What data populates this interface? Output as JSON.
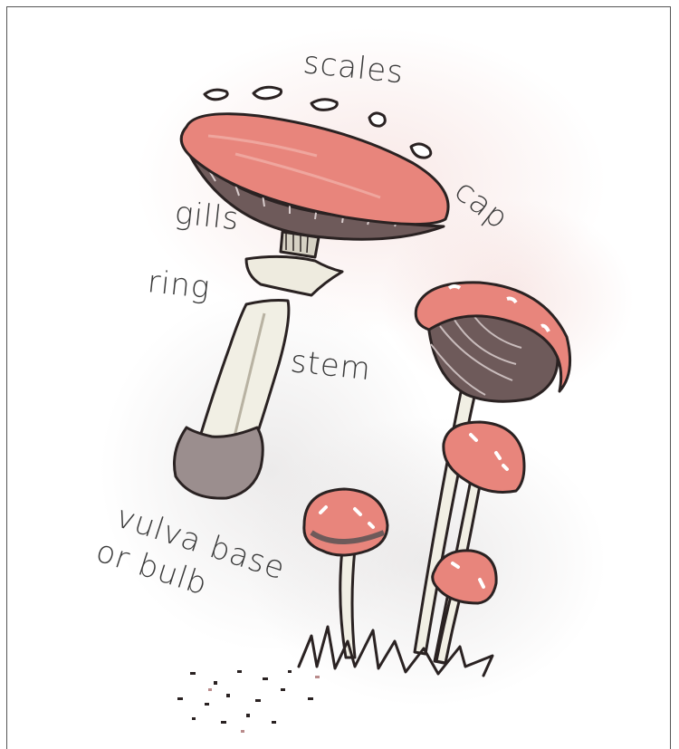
{
  "labels": {
    "scales": "scales",
    "cap": "cap",
    "gills": "gills",
    "ring": "ring",
    "stem": "stem",
    "vulva_line1": "vulva base",
    "vulva_line2": "or bulb"
  },
  "colors": {
    "cap_pink": "#e8857c",
    "gill_brown": "#6e5a5a",
    "stem_cream": "#f1efe4",
    "bulb_gray": "#9b8e8e",
    "ink": "#2a2222",
    "wash_pink": "#f3d6d3"
  }
}
